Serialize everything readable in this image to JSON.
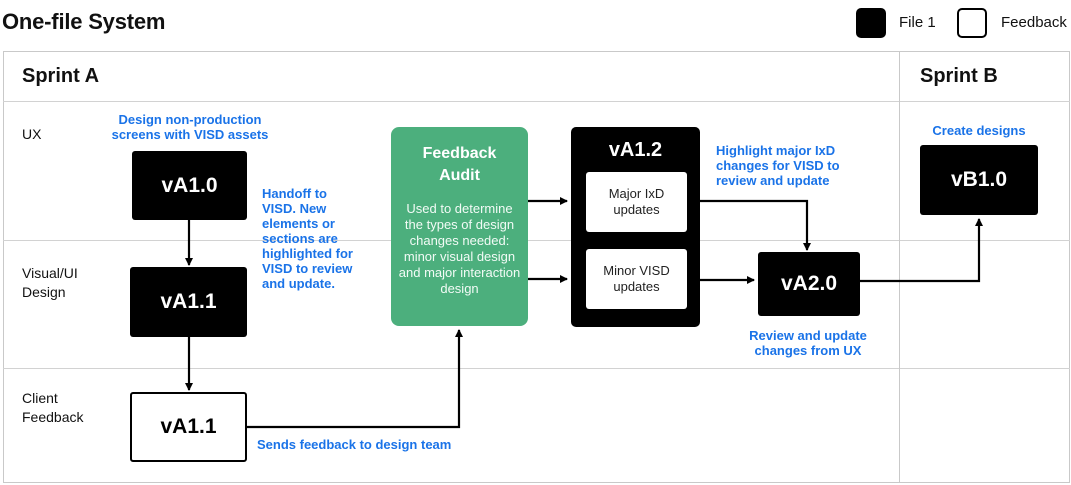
{
  "title": "One-file System",
  "legend": [
    {
      "label": "File 1",
      "fill": "#000000"
    },
    {
      "label": "Feedback",
      "fill": "#ffffff"
    }
  ],
  "sprints": [
    "Sprint A",
    "Sprint B"
  ],
  "lanes": [
    "UX",
    "Visual/UI\nDesign",
    "Client\nFeedback"
  ],
  "nodes": {
    "va10": "vA1.0",
    "va11": "vA1.1",
    "va11_feedback": "vA1.1",
    "va12": "vA1.2",
    "major_ixd": "Major IxD\nupdates",
    "minor_visd": "Minor VISD\nupdates",
    "va20": "vA2.0",
    "vb10": "vB1.0"
  },
  "audit": {
    "title": "Feedback\nAudit",
    "description": "Used to determine the types of design changes needed: minor visual design and major interaction design"
  },
  "notes": {
    "non_production": "Design non-production\nscreens with VISD assets",
    "handoff": "Handoff to\nVISD. New\nelements or\nsections are\nhighlighted for\nVISD to review\nand update.",
    "highlight_ixd": "Highlight major IxD\nchanges for VISD to\nreview and update",
    "review_ux": "Review and update\nchanges from UX",
    "create_designs": "Create designs",
    "sends_feedback": "Sends feedback to design team"
  },
  "colors": {
    "accent_text": "#1a73e8",
    "audit_fill": "#4caf7d",
    "dark_box": "#000000"
  }
}
